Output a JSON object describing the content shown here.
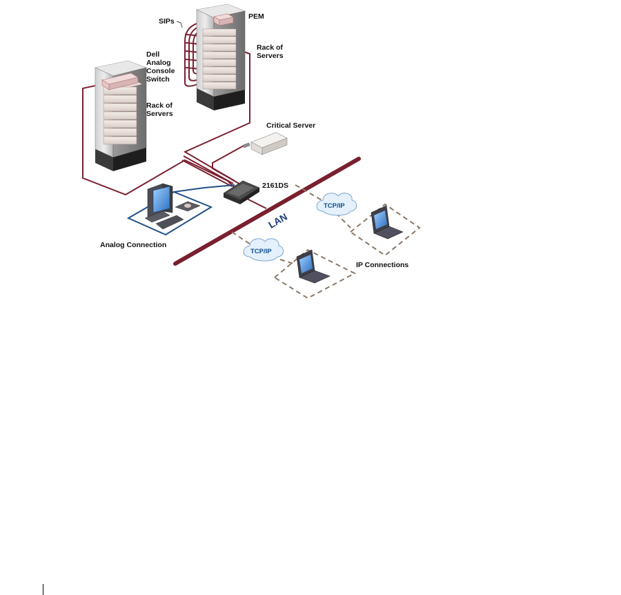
{
  "labels": {
    "sips": "SIPs",
    "pem": "PEM",
    "rack_right": [
      "Rack of",
      "Servers"
    ],
    "console_switch": [
      "Dell",
      "Analog",
      "Console",
      "Switch"
    ],
    "rack_left": [
      "Rack of",
      "Servers"
    ],
    "critical_server": "Critical Server",
    "ds_unit": "2161DS",
    "lan": "LAN",
    "tcpip_upper": "TCP/IP",
    "tcpip_lower": "TCP/IP",
    "analog_connection": "Analog Connection",
    "ip_connections": "IP Connections"
  },
  "colors": {
    "cable": "#7a1f2e",
    "lan_line": "#7a1f2e",
    "analog_outline": "#1f4e86",
    "ip_dashed": "#8a7868",
    "cloud_fill": "#e4f0fb",
    "cloud_stroke": "#7ea6cf"
  },
  "icons": [
    "server-rack-icon",
    "console-switch-icon",
    "pem-icon",
    "critical-server-icon",
    "2161ds-switch-icon",
    "workstation-icon",
    "laptop-icon",
    "cloud-icon"
  ]
}
